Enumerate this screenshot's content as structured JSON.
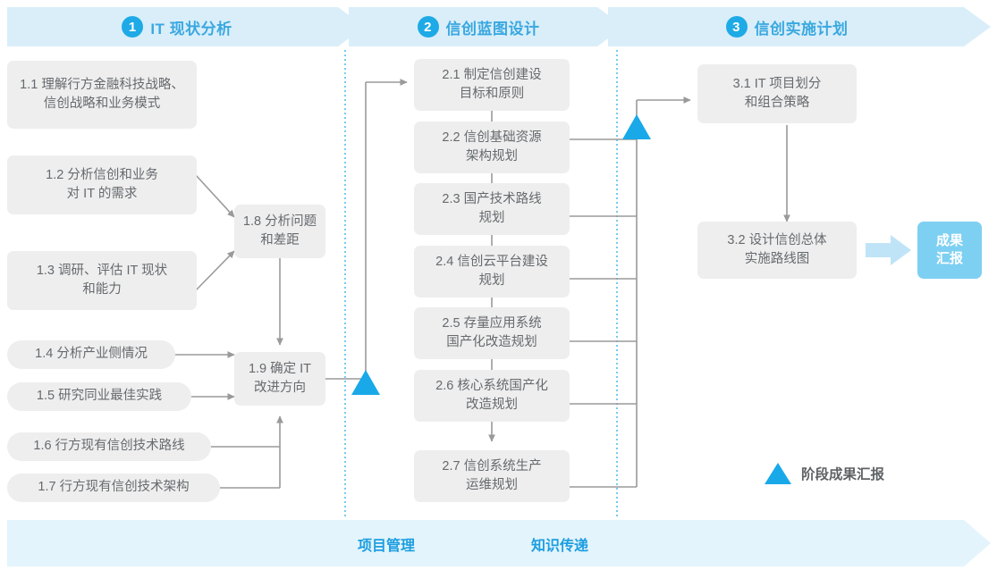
{
  "phases": [
    {
      "num": "1",
      "label": "IT 现状分析"
    },
    {
      "num": "2",
      "label": "信创蓝图设计"
    },
    {
      "num": "3",
      "label": "信创实施计划"
    }
  ],
  "tasks": {
    "t11": "1.1 理解行方金融科技战略、信创战略和业务模式",
    "t12": "1.2 分析信创和业务\n对 IT 的需求",
    "t13": "1.3 调研、评估 IT 现状\n和能力",
    "t14": "1.4 分析产业侧情况",
    "t15": "1.5 研究同业最佳实践",
    "t16": "1.6 行方现有信创技术路线",
    "t17": "1.7 行方现有信创技术架构",
    "t18": "1.8 分析问题\n和差距",
    "t19": "1.9 确定 IT\n改进方向",
    "t21": "2.1 制定信创建设\n目标和原则",
    "t22": "2.2 信创基础资源\n架构规划",
    "t23": "2.3 国产技术路线\n规划",
    "t24": "2.4 信创云平台建设\n规划",
    "t25": "2.5 存量应用系统\n国产化改造规划",
    "t26": "2.6 核心系统国产化\n改造规划",
    "t27": "2.7 信创系统生产\n运维规划",
    "t31": "3.1 IT 项目划分\n和组合策略",
    "t32": "3.2 设计信创总体\n实施路线图"
  },
  "result_chip": "成果\n汇报",
  "legend": {
    "label": "阶段成果汇报",
    "marker": "stage-milestone-triangle"
  },
  "bottom_band": {
    "left_label": "项目管理",
    "right_label": "知识传递"
  },
  "colors": {
    "accent_blue": "#19a9e8",
    "header_band": "#d9eef9",
    "bottom_band": "#e3f4fc",
    "box_fill": "#eeeeee",
    "box_text": "#666a6e",
    "result_chip": "#7ed0f2",
    "connector": "#9a9a9a",
    "divider_dotted": "#3fb5e6",
    "phase_text": "#3aa8e0"
  }
}
